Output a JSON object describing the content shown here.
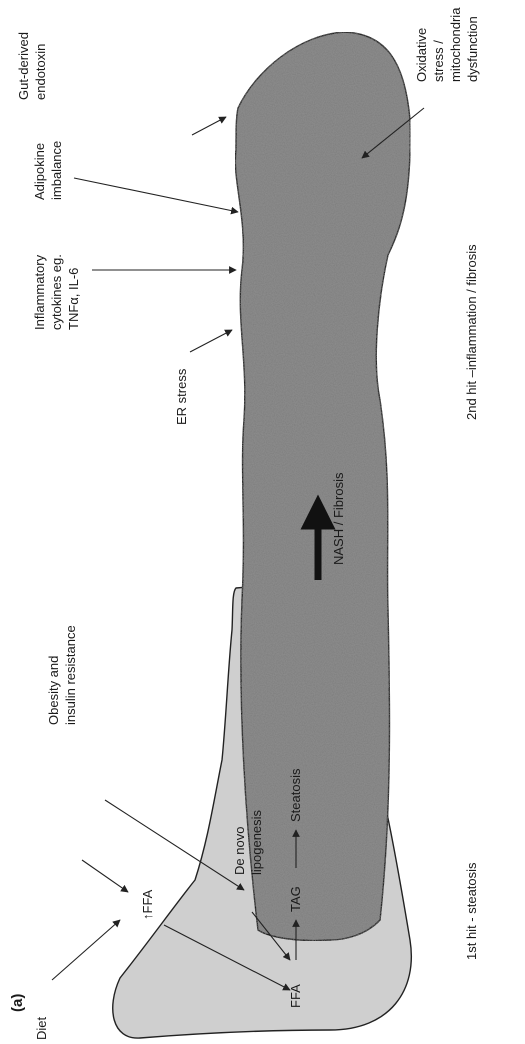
{
  "panel_label": "(a)",
  "first_hit": {
    "caption": "1st hit - steatosis",
    "labels": {
      "diet": "Diet",
      "obesity_line1": "Obesity and",
      "obesity_line2": "insulin resistance",
      "tffa": "↑FFA",
      "de_novo_line1": "De novo",
      "de_novo_line2": "lipogenesis",
      "ffa": "FFA",
      "tag": "TAG",
      "steatosis": "Steatosis"
    }
  },
  "second_hit": {
    "caption": "2nd hit –inflammation / fibrosis",
    "labels": {
      "nash": "NASH / Fibrosis",
      "er_stress": "ER stress",
      "cyt_line1": "Inflammatory",
      "cyt_line2": "cytokines eg.",
      "cyt_line3": "TNFα, IL-6",
      "adipo_line1": "Adipokine",
      "adipo_line2": "imbalance",
      "gut_line1": "Gut-derived",
      "gut_line2": "endotoxin",
      "ox_line1": "Oxidative",
      "ox_line2": "stress /",
      "ox_line3": "mitochondria",
      "ox_line4": "dysfunction"
    }
  },
  "colors": {
    "liver_fill": "#cfcfcf",
    "fibrosis_fill": "#8a8a8a",
    "outline": "#222222"
  }
}
